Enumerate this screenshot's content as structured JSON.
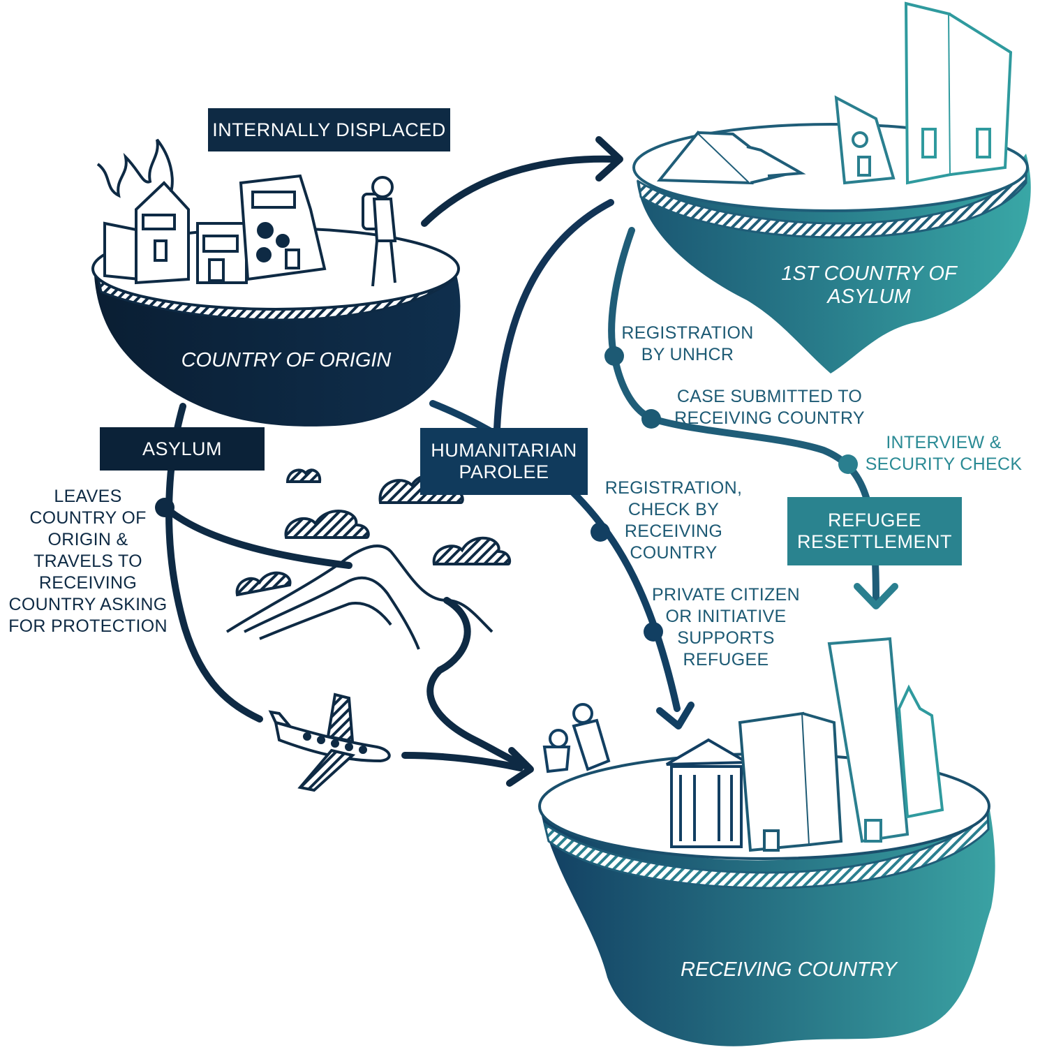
{
  "islands": {
    "origin": "COUNTRY OF ORIGIN",
    "first_asylum": "1ST COUNTRY OF\nASYLUM",
    "receiving": "RECEIVING COUNTRY"
  },
  "pathways": {
    "internally_displaced": "INTERNALLY DISPLACED",
    "asylum": "ASYLUM",
    "humanitarian_parolee": "HUMANITARIAN\nPAROLEE",
    "refugee_resettlement": "REFUGEE\nRESETTLEMENT"
  },
  "steps": {
    "asylum_travel": "LEAVES\nCOUNTRY OF\nORIGIN &\nTRAVELS TO\nRECEIVING\nCOUNTRY ASKING\nFOR PROTECTION",
    "registration_unhcr": "REGISTRATION\nBY UNHCR",
    "case_submitted": "CASE SUBMITTED TO\nRECEIVING COUNTRY",
    "interview_check": "INTERVIEW &\nSECURITY CHECK",
    "registration_check": "REGISTRATION,\nCHECK BY\nRECEIVING\nCOUNTRY",
    "private_citizen": "PRIVATE CITIZEN\nOR INITIATIVE\nSUPPORTS\nREFUGEE"
  },
  "colors": {
    "navy": "#0e2a44",
    "mid": "#1d5a74",
    "teal": "#2f9a9e"
  }
}
